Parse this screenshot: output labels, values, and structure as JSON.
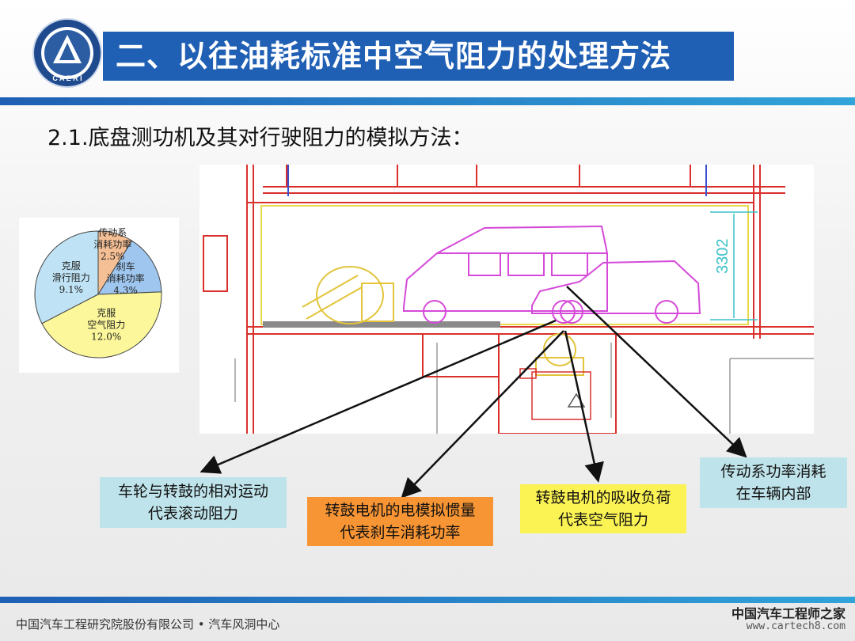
{
  "header": {
    "title": "二、以往油耗标准中空气阻力的处理方法",
    "logo_text": "C A E R I"
  },
  "section": {
    "subtitle": "2.1.底盘测功机及其对行驶阻力的模拟方法："
  },
  "pie": {
    "slices": [
      {
        "label_lines": [
          "克服",
          "滑行阻力"
        ],
        "value_text": "9.1%",
        "value": 9.1,
        "color": "#bfe3f5"
      },
      {
        "label_lines": [
          "传动系",
          "消耗功率"
        ],
        "value_text": "2.5%",
        "value": 2.5,
        "color": "#f4bf95"
      },
      {
        "label_lines": [
          "刹车",
          "消耗功率"
        ],
        "value_text": "4.3%",
        "value": 4.3,
        "color": "#9fc6ef"
      },
      {
        "label_lines": [
          "克服",
          "空气阻力"
        ],
        "value_text": "12.0%",
        "value": 12.0,
        "color": "#fbf79a"
      }
    ]
  },
  "diagram": {
    "dimension_label": "3302"
  },
  "callouts": {
    "rolling": [
      "车轮与转鼓的相对运动",
      "代表滚动阻力"
    ],
    "brake": [
      "转鼓电机的电模拟惯量",
      "代表刹车消耗功率"
    ],
    "air": [
      "转鼓电机的吸收负荷",
      "代表空气阻力"
    ],
    "drive": [
      "传动系功率消耗",
      "在车辆内部"
    ]
  },
  "footer": {
    "text": "中国汽车工程研究院股份有限公司 • 汽车风洞中心",
    "watermark_cn": "中国汽车工程师之家",
    "watermark_url": "www.cartech8.com"
  },
  "colors": {
    "title_bg": "#1f5fb4",
    "band": "#31a4da"
  }
}
